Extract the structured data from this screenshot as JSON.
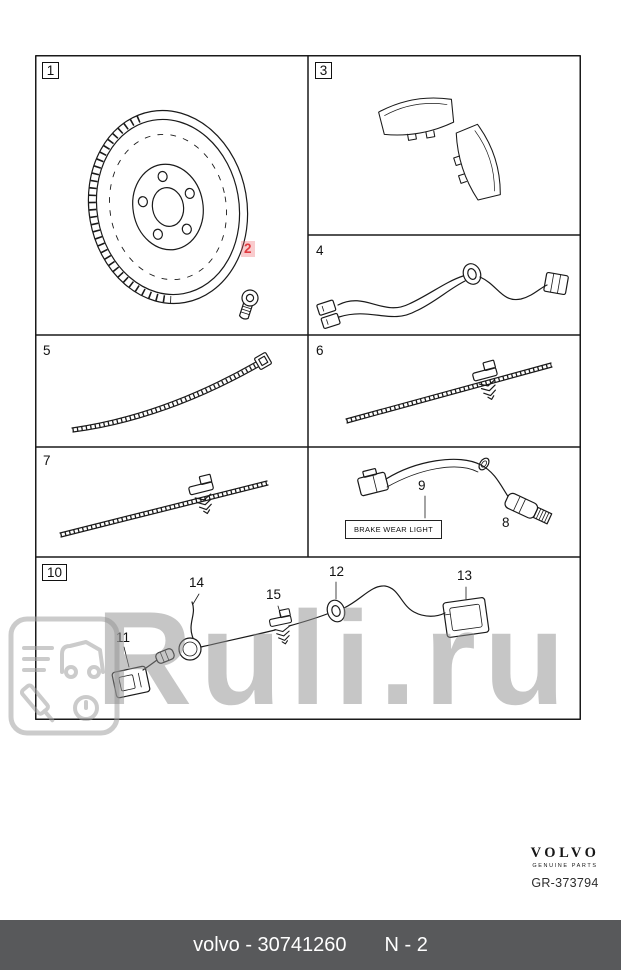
{
  "watermark": {
    "text": "Ruli.ru"
  },
  "panels": {
    "p1": {
      "number": "1"
    },
    "p2": {
      "number": "2"
    },
    "p3": {
      "number": "3"
    },
    "p4": {
      "number": "4"
    },
    "p5": {
      "number": "5"
    },
    "p6": {
      "number": "6"
    },
    "p7": {
      "number": "7"
    },
    "p8": {
      "number": "8"
    },
    "p9": {
      "number": "9",
      "label": "BRAKE WEAR LIGHT"
    },
    "p10": {
      "number": "10"
    },
    "p11": {
      "number": "11"
    },
    "p12": {
      "number": "12"
    },
    "p13": {
      "number": "13"
    },
    "p14": {
      "number": "14"
    },
    "p15": {
      "number": "15"
    }
  },
  "branding": {
    "logo": "VOLVO",
    "logo_subtitle": "GENUINE PARTS",
    "drawing_ref": "GR-373794"
  },
  "footer": {
    "left": "volvo - 30741260",
    "right": "N - 2"
  },
  "colors": {
    "highlight_red": "#e03a3f",
    "footer_bg": "#58595b",
    "watermark_gray": "#8f8f8f",
    "line": "#1a1a1a"
  }
}
